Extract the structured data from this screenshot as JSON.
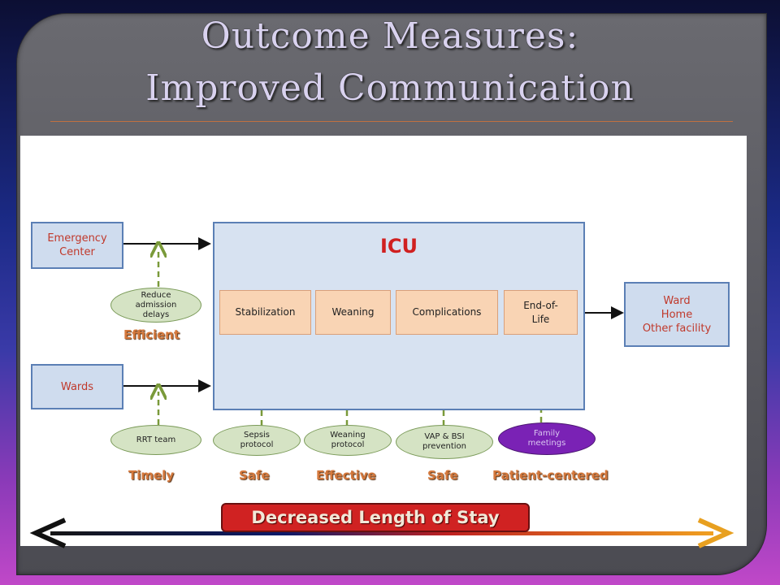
{
  "slide": {
    "title_line1": "Outcome Measures:",
    "title_line2": "Improved Communication"
  },
  "diagram": {
    "sources": {
      "emergency": "Emergency\nCenter",
      "wards": "Wards"
    },
    "icu_label": "ICU",
    "stages": {
      "stabilization": "Stabilization",
      "weaning": "Weaning",
      "complications": "Complications",
      "end_of_life": "End-of-\nLife"
    },
    "destination": "Ward\nHome\nOther facility",
    "interventions": {
      "reduce_delays": "Reduce\nadmission\ndelays",
      "rrt_team": "RRT team",
      "sepsis": "Sepsis\nprotocol",
      "weaning_protocol": "Weaning\nprotocol",
      "vap_bsi": "VAP & BSI\nprevention",
      "family": "Family\nmeetings"
    },
    "qualities": {
      "efficient": "Efficient",
      "timely": "Timely",
      "safe_1": "Safe",
      "effective": "Effective",
      "safe_2": "Safe",
      "patient_centered": "Patient-centered"
    },
    "banner": "Decreased  Length  of Stay"
  },
  "colors": {
    "box_fill": "#cfdcee",
    "box_border": "#5b7fb5",
    "stage_fill": "#f9d4b4",
    "oval_fill": "#d5e3c4",
    "oval_purple": "#7a22b5",
    "quality_text": "#d4783c",
    "dashed_arrow": "#7a9a3a",
    "banner": "#d02222"
  }
}
